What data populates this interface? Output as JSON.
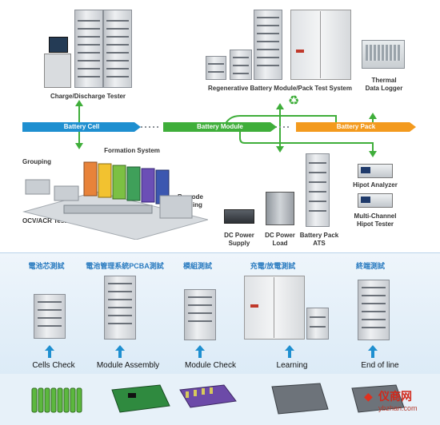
{
  "top": {
    "charge_discharge": "Charge/Discharge Tester",
    "regenerative": "Regenerative Battery Module/Pack Test System",
    "thermal_logger_line1": "Thermal",
    "thermal_logger_line2": "Data Logger"
  },
  "flow": {
    "cell": "Battery Cell",
    "module": "Battery Module",
    "pack": "Battery Pack"
  },
  "middle": {
    "grouping": "Grouping",
    "formation": "Formation System",
    "ocv": "OCV/ACR Test",
    "barcode_line1": "Barcode",
    "barcode_line2": "Binding",
    "dc_supply_line1": "DC Power",
    "dc_supply_line2": "Supply",
    "dc_load_line1": "DC Power",
    "dc_load_line2": "Load",
    "pack_ats_line1": "Battery Pack",
    "pack_ats_line2": "ATS",
    "hipot": "Hipot Analyzer",
    "multi_hipot_line1": "Multi-Channel",
    "multi_hipot_line2": "Hipot Tester"
  },
  "bottom_cjk": [
    "電池芯測試",
    "電池管理系統PCBA測試",
    "模組測試",
    "充電/放電測試",
    "終端測試"
  ],
  "bottom_eng": [
    "Cells Check",
    "Module Assembly",
    "Module Check",
    "Learning",
    "End of line"
  ],
  "watermark": {
    "main": "仪商网",
    "url": "ybzhan.com"
  },
  "colors": {
    "cell_arrow": "#1e8fd0",
    "module_arrow": "#3fae3a",
    "pack_arrow": "#f39a1e",
    "accent_blue": "#2a7bc0"
  }
}
